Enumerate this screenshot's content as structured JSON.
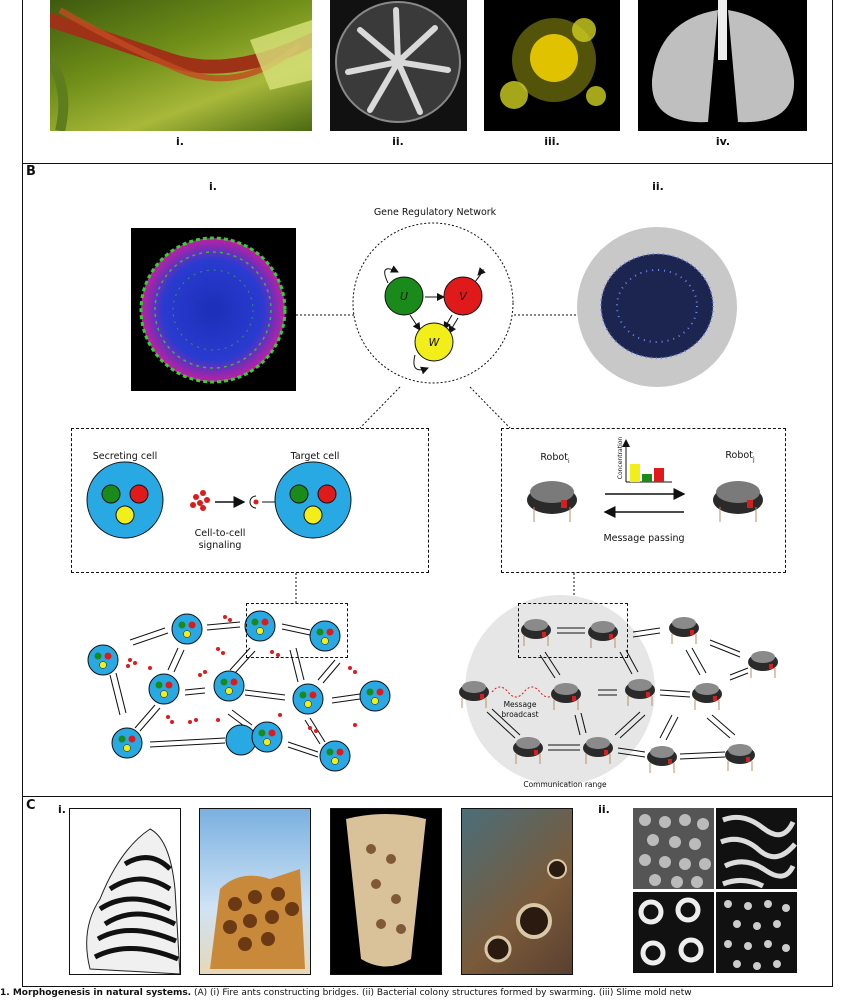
{
  "panel_a": {
    "sublabels": [
      "i.",
      "ii.",
      "iii.",
      "iv."
    ]
  },
  "panel_b": {
    "label": "B",
    "sublabels": [
      "i.",
      "ii."
    ],
    "grn_title": "Gene Regulatory Network",
    "grn_nodes": [
      "U",
      "V",
      "W"
    ],
    "cell_box": {
      "secreting": "Secreting cell",
      "target": "Target cell",
      "signal": "Cell-to-cell\nsignaling"
    },
    "robot_box": {
      "robot_i": "Robot",
      "robot_i_sub": "i",
      "robot_j": "Robot",
      "robot_j_sub": "j",
      "concentration": "Concentration",
      "message": "Message passing"
    },
    "swarm": {
      "broadcast": "Message\nbroadcast",
      "range": "Communication range"
    }
  },
  "panel_c": {
    "label": "C",
    "sublabels": [
      "i.",
      "ii."
    ]
  },
  "caption": {
    "bold": "1. Morphogenesis in natural systems.",
    "text": " (A) (i) Fire ants constructing bridges. (ii) Bacterial colony structures formed by swarming. (iii) Slime mold netw"
  },
  "colors": {
    "cell_blue": "#29a9e4",
    "node_green": "#1a8a1a",
    "node_red": "#e01a1a",
    "node_yellow": "#f2ee1a"
  }
}
